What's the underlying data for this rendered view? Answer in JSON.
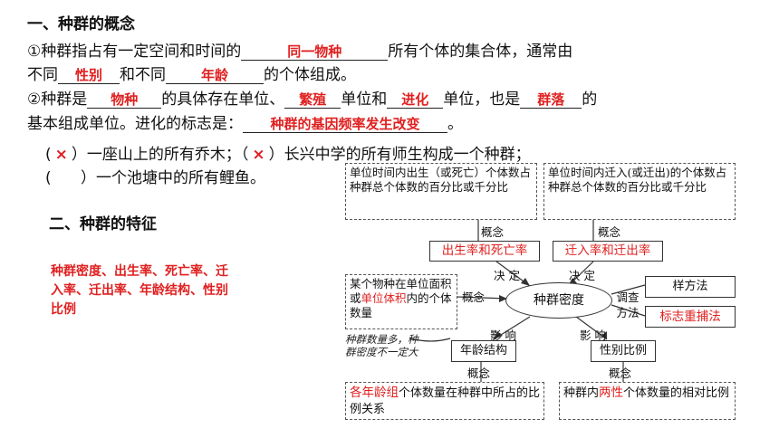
{
  "section1": {
    "heading": "一、种群的概念",
    "line1_a": "①种群指占有一定空间和时间的",
    "blank_same_species": "同一物种",
    "line1_b": "所有个体的集合体，通常由",
    "line2_a": "不同",
    "blank_sex": "性别",
    "line2_b": "和不同",
    "blank_age": "年龄",
    "line2_c": "的个体组成。",
    "line3_a": "②种群是",
    "blank_species": "物种",
    "line3_b": "的具体存在单位、",
    "blank_reproduction": "繁殖",
    "line3_c": "单位和",
    "blank_evolution": "进化",
    "line3_d": "单位，也是",
    "blank_community": "群落",
    "line3_e": "的",
    "line4_a": "基本组成单位。进化的标志是：",
    "blank_evolution_mark": "种群的基因频率发生改变",
    "line4_b": "。",
    "q1_paren_open": "(",
    "q1_mark": "×",
    "q1_text": "）一座山上的所有乔木；（",
    "q2_mark": "×",
    "q2_text": "）长兴中学的所有师生构成一个种群；",
    "q3_text": "(      ）一个池塘中的所有鲤鱼。"
  },
  "section2": {
    "heading": "二、种群的特征",
    "answer": "种群密度、出生率、死亡率、迁入率、迁出率、年龄结构、性别比例"
  },
  "diagram": {
    "box_birth_def": "单位时间内出生（或死亡）个体数占种群总个体数的百分比或千分比",
    "box_migr_def": "单位时间内迁入(或迁出)的个体数占种群总个体数的百分比或千分比",
    "concept": "概念",
    "birth_death": "出生率和死亡率",
    "migr": "迁入率和迁出率",
    "decide": "决定",
    "density_def_a": "某个物种在单位面积或",
    "density_def_fill": "单位体积",
    "density_def_b": "内的个体数量",
    "center": "种群密度",
    "survey": "调查方法",
    "method1": "样方法",
    "method2": "标志重捕法",
    "influence": "影响",
    "age_struct": "年龄结构",
    "sex_ratio": "性别比例",
    "hand_note": "种群数量多，种群密度不一定大",
    "age_def_fill": "各年龄组",
    "age_def_rest": "个体数量在种群中所占的比例关系",
    "sex_def_a": "种群内",
    "sex_def_fill": "两性",
    "sex_def_b": "个体数量的相对比例"
  }
}
